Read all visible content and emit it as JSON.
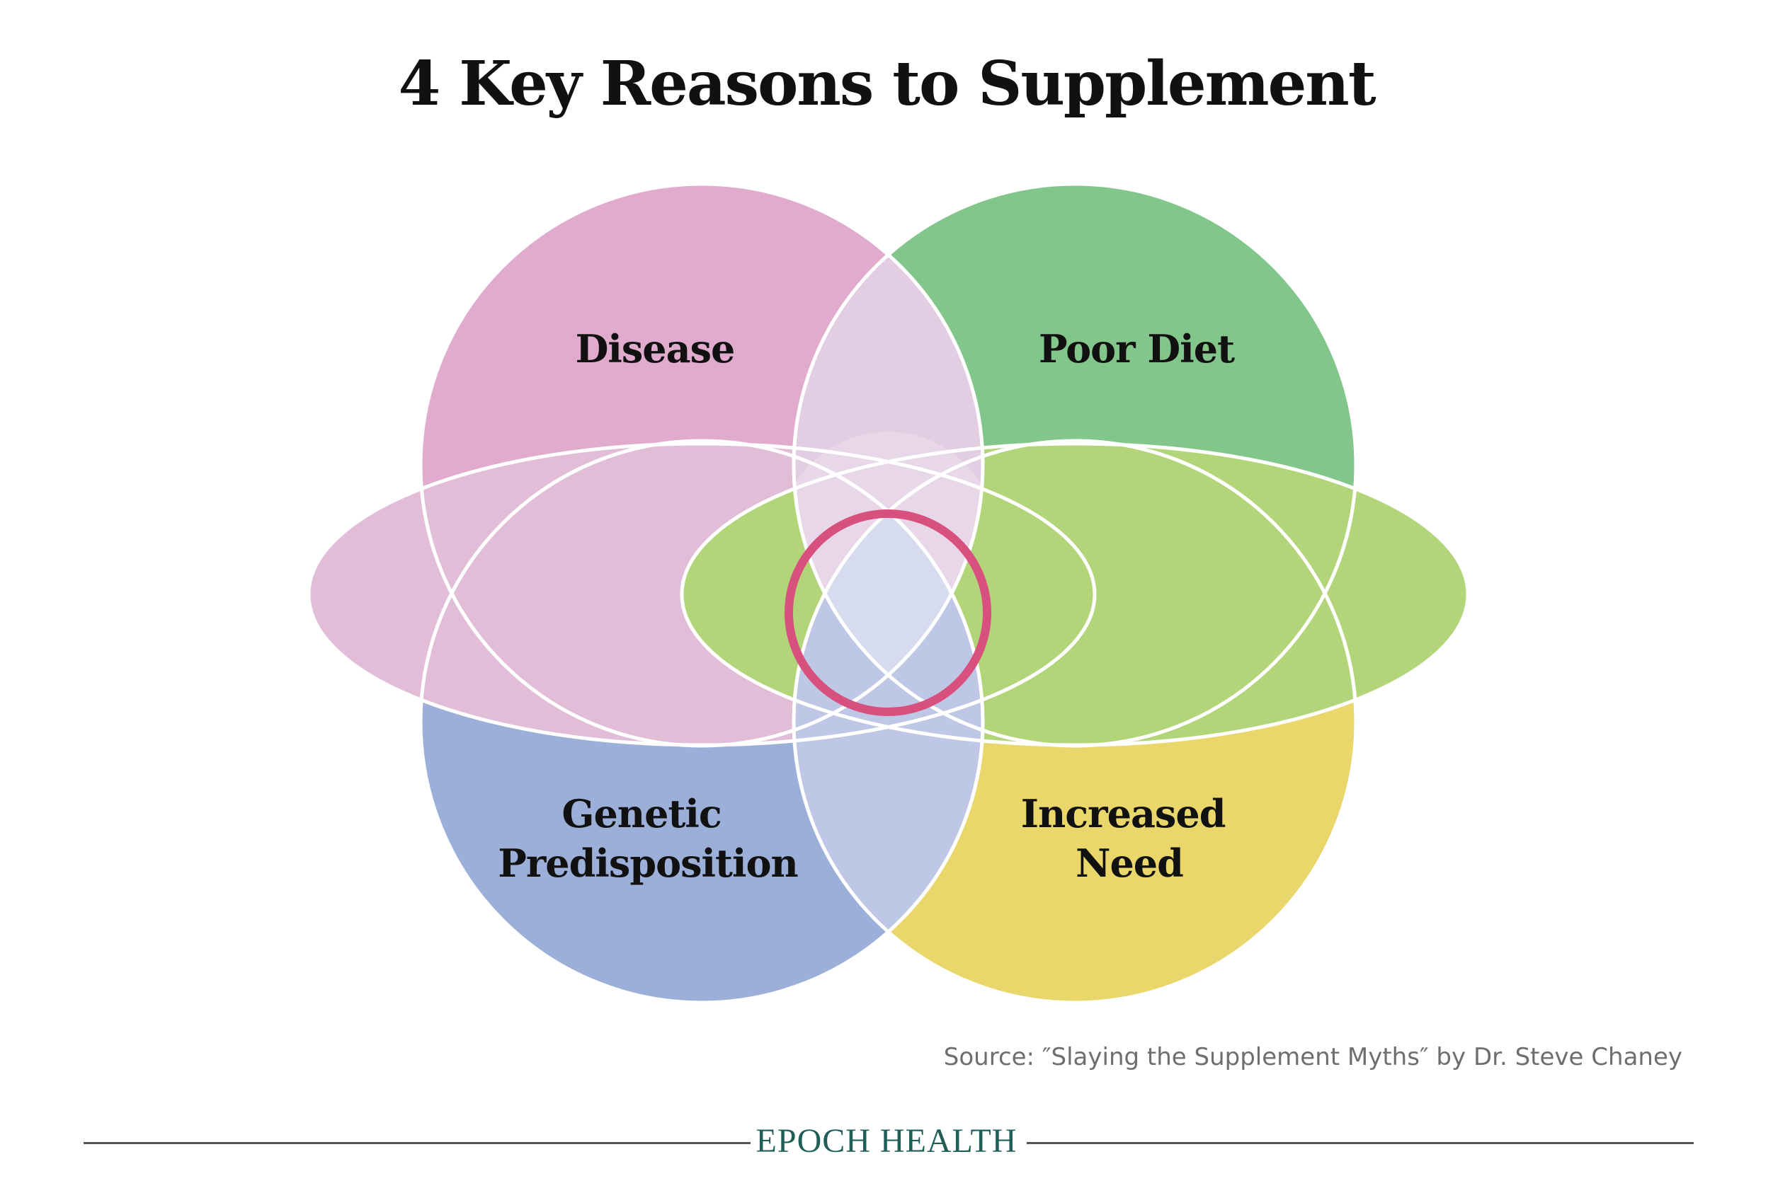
{
  "title": "4 Key Reasons to Supplement",
  "circles": [
    {
      "id": "disease",
      "label_lines": [
        "Disease"
      ],
      "color": "#e0abcd"
    },
    {
      "id": "poor-diet",
      "label_lines": [
        "Poor Diet"
      ],
      "color": "#82c68b"
    },
    {
      "id": "genetic",
      "label_lines": [
        "Genetic",
        "Predisposition"
      ],
      "color": "#9cafd9"
    },
    {
      "id": "increased-need",
      "label_lines": [
        "Increased",
        "Need"
      ],
      "color": "#e9d76b"
    }
  ],
  "highlight_color": "#d8507e",
  "source": "Source: ″Slaying the Supplement Myths″ by Dr. Steve Chaney",
  "brand": "EPOCH HEALTH",
  "brand_color": "#1f5f58"
}
